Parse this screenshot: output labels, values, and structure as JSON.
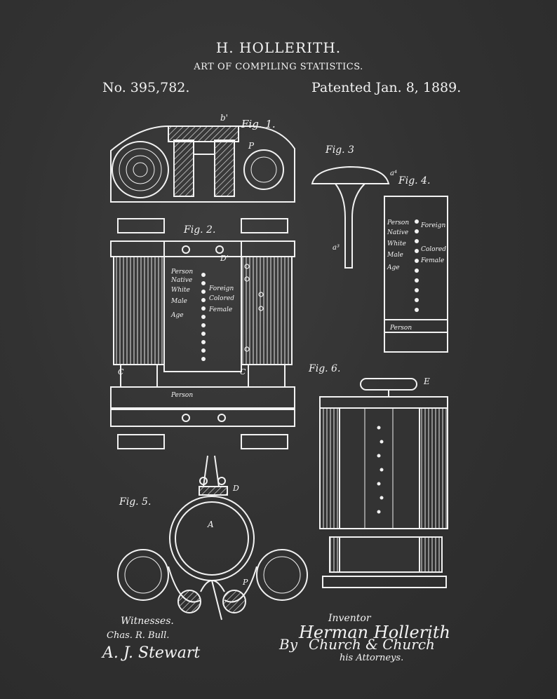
{
  "header": {
    "inventor": "H. HOLLERITH.",
    "title": "ART OF COMPILING STATISTICS.",
    "patent_number": "No. 395,782.",
    "patent_date": "Patented Jan. 8, 1889."
  },
  "figures": {
    "fig1": "Fig. 1.",
    "fig2": "Fig. 2.",
    "fig3": "Fig. 3",
    "fig4": "Fig. 4.",
    "fig5": "Fig. 5.",
    "fig6": "Fig. 6."
  },
  "card_labels": {
    "person": "Person",
    "native": "Native",
    "white": "White",
    "male": "Male",
    "age": "Age",
    "foreign": "Foreign",
    "colored": "Colored",
    "female": "Female"
  },
  "ref_letters": {
    "b1": "b'",
    "p": "P",
    "a4": "a⁴",
    "a3": "a³",
    "d1": "D'",
    "c": "C",
    "e": "E",
    "a": "A",
    "d": "D"
  },
  "footer": {
    "witnesses_label": "Witnesses.",
    "witness1": "Chas. R. Bull.",
    "witness2": "A. J. Stewart",
    "inventor_label": "Inventor",
    "inventor_signature": "Herman Hollerith",
    "attorneys_signature": "Church & Church",
    "attorneys_label": "his Attorneys.",
    "by": "By"
  },
  "colors": {
    "background": "#333333",
    "ink": "#f4f4f4"
  }
}
